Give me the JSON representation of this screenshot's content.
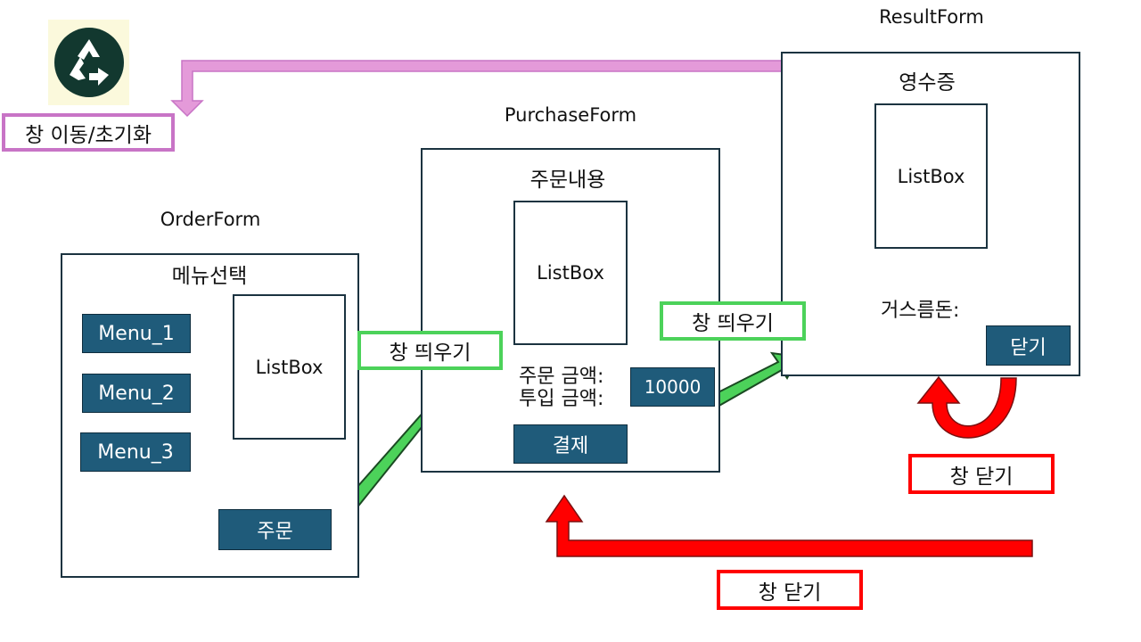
{
  "colors": {
    "green": "#4cd25a",
    "red": "#ff0000",
    "pink": "#e49ad9",
    "pink_border": "#c874c6",
    "button": "#1f5b7a",
    "frame": "#1b3340"
  },
  "legend": {
    "icon": "recycle-icon",
    "label": "창 이동/초기화"
  },
  "order_form": {
    "title": "OrderForm",
    "header": "메뉴선택",
    "menu_buttons": [
      "Menu_1",
      "Menu_2",
      "Menu_3"
    ],
    "listbox": "ListBox",
    "order_button": "주문"
  },
  "purchase_form": {
    "title": "PurchaseForm",
    "header": "주문내용",
    "listbox": "ListBox",
    "order_amount_label": "주문 금액:",
    "input_amount_label": "투입 금액:",
    "amount_value": "10000",
    "pay_button": "결제"
  },
  "result_form": {
    "title": "ResultForm",
    "header": "영수증",
    "listbox": "ListBox",
    "change_label": "거스름돈:",
    "close_button": "닫기"
  },
  "transitions": {
    "open_window_1": "창 띄우기",
    "open_window_2": "창 띄우기",
    "close_window_1": "창 닫기",
    "close_window_2": "창 닫기"
  }
}
